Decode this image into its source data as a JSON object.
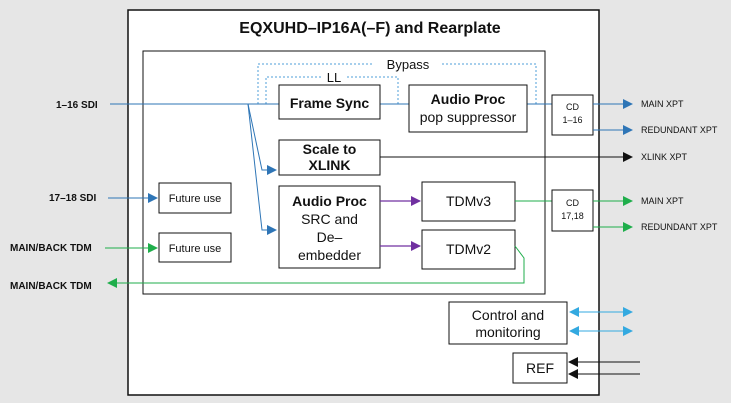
{
  "title": "EQXUHD–IP16A(–F) and Rearplate",
  "inputs": {
    "sdi_1_16": "1–16 SDI",
    "sdi_17_18": "17–18 SDI",
    "tdm_in": "MAIN/BACK TDM",
    "tdm_out": "MAIN/BACK TDM"
  },
  "blocks": {
    "bypass": "Bypass",
    "ll": "LL",
    "frame_sync": "Frame Sync",
    "audio_proc_top_title": "Audio Proc",
    "audio_proc_top_sub": "pop suppressor",
    "scale_line1": "Scale to",
    "scale_line2": "XLINK",
    "future_use_1": "Future use",
    "future_use_2": "Future use",
    "audio_proc_bottom_title": "Audio Proc",
    "audio_proc_bottom_l1": "SRC and",
    "audio_proc_bottom_l2": "De–",
    "audio_proc_bottom_l3": "embedder",
    "tdmv3": "TDMv3",
    "tdmv2": "TDMv2",
    "cd1_l1": "CD",
    "cd1_l2": "1–16",
    "cd2_l1": "CD",
    "cd2_l2": "17,18",
    "control_l1": "Control and",
    "control_l2": "monitoring",
    "ref": "REF"
  },
  "outputs": {
    "main_xpt_1": "MAIN XPT",
    "redundant_xpt_1": "REDUNDANT XPT",
    "xlink_xpt": "XLINK XPT",
    "main_xpt_2": "MAIN XPT",
    "redundant_xpt_2": "REDUNDANT XPT"
  },
  "colors": {
    "sdi_blue": "#2e75b6",
    "tdm_green": "#1fae4b",
    "purple": "#7030a0",
    "control_cyan": "#33a9e0",
    "dotted_blue": "#4f9fd8",
    "background": "#e6e6e6"
  }
}
